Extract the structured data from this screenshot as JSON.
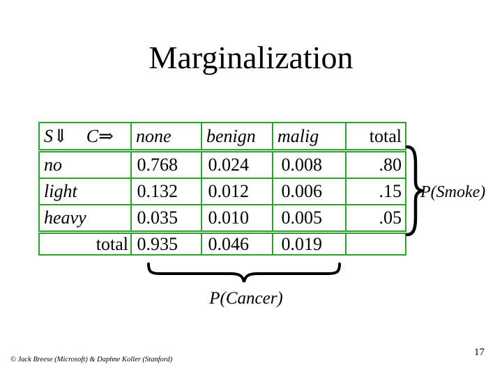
{
  "slide": {
    "title": "Marginalization",
    "footer_credit": "© Jack Breese (Microsoft) & Daphne Koller (Stanford)",
    "page_number": "17",
    "background_color": "#ffffff",
    "text_color": "#000000"
  },
  "table": {
    "border_color": "#2f9e2f",
    "corner_header": "S⇓    C⇒",
    "column_headers": [
      "none",
      "benign",
      "malig",
      "total"
    ],
    "rows": [
      {
        "label": "no",
        "values": [
          "0.768",
          "0.024",
          "0.008",
          ".80"
        ]
      },
      {
        "label": "light",
        "values": [
          "0.132",
          "0.012",
          "0.006",
          ".15"
        ]
      },
      {
        "label": "heavy",
        "values": [
          "0.035",
          "0.010",
          "0.005",
          ".05"
        ]
      }
    ],
    "total_row": {
      "label": "total",
      "values": [
        "0.935",
        "0.046",
        "0.019",
        ""
      ]
    }
  },
  "annotations": {
    "row_brace_label": "P(Smoke)",
    "column_brace_label": "P(Cancer)"
  }
}
